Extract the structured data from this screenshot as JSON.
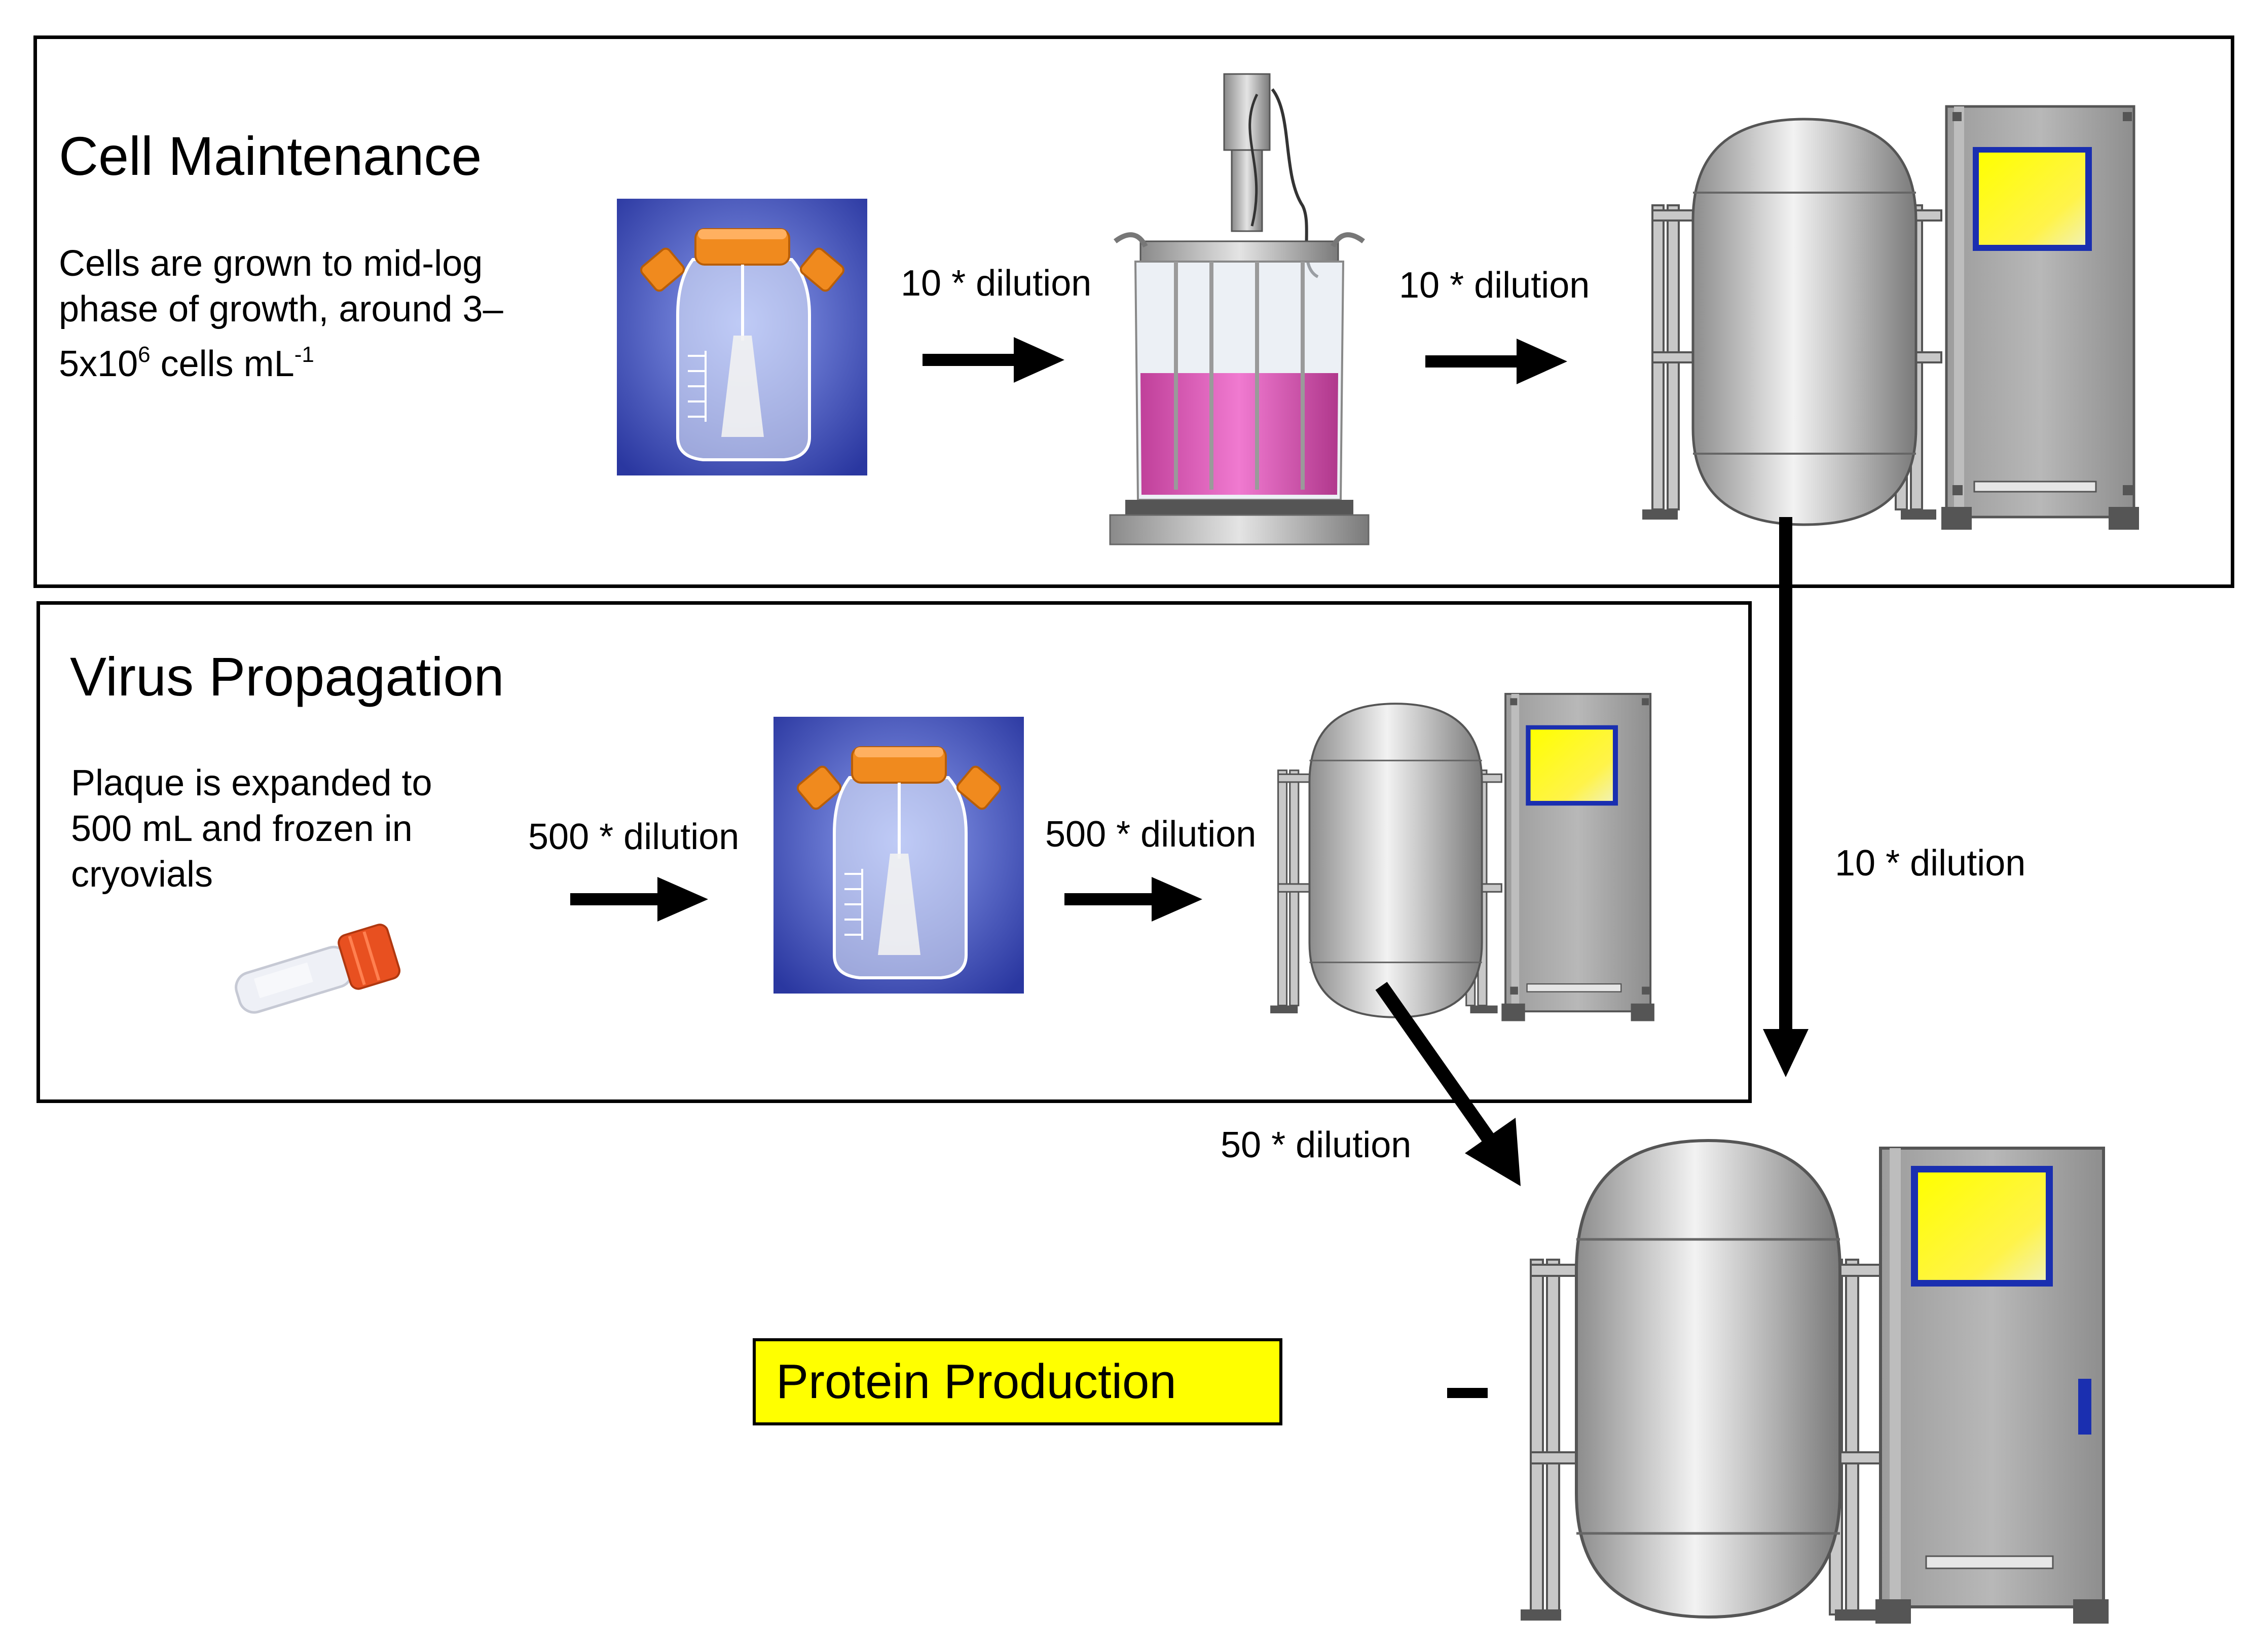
{
  "cell_maintenance": {
    "title": "Cell Maintenance",
    "description_line1": "Cells are grown to mid-log",
    "description_line2": "phase of growth, around 3–",
    "description_line3_a": "5x10",
    "description_line3_sup1": "6",
    "description_line3_b": " cells mL",
    "description_line3_sup2": "-1",
    "step1_label": "10 * dilution",
    "step2_label": "10 * dilution"
  },
  "virus_propagation": {
    "title": "Virus Propagation",
    "description_line1": "Plaque is expanded to",
    "description_line2": "500 mL and frozen in",
    "description_line3": "cryovials",
    "step1_label": "500 * dilution",
    "step2_label": "500 * dilution"
  },
  "connections": {
    "to_production_from_cells": "10 * dilution",
    "to_production_from_virus": "50 * dilution"
  },
  "protein_production": {
    "label": "Protein Production"
  },
  "colors": {
    "reactor_screen": "#ffff00",
    "screen_frame": "#1a2fb0",
    "bottle_cap": "#f08a1e",
    "bottle_background": "#3846b0",
    "culture_medium": "#e060b8",
    "cryovial_cap": "#e85020"
  }
}
